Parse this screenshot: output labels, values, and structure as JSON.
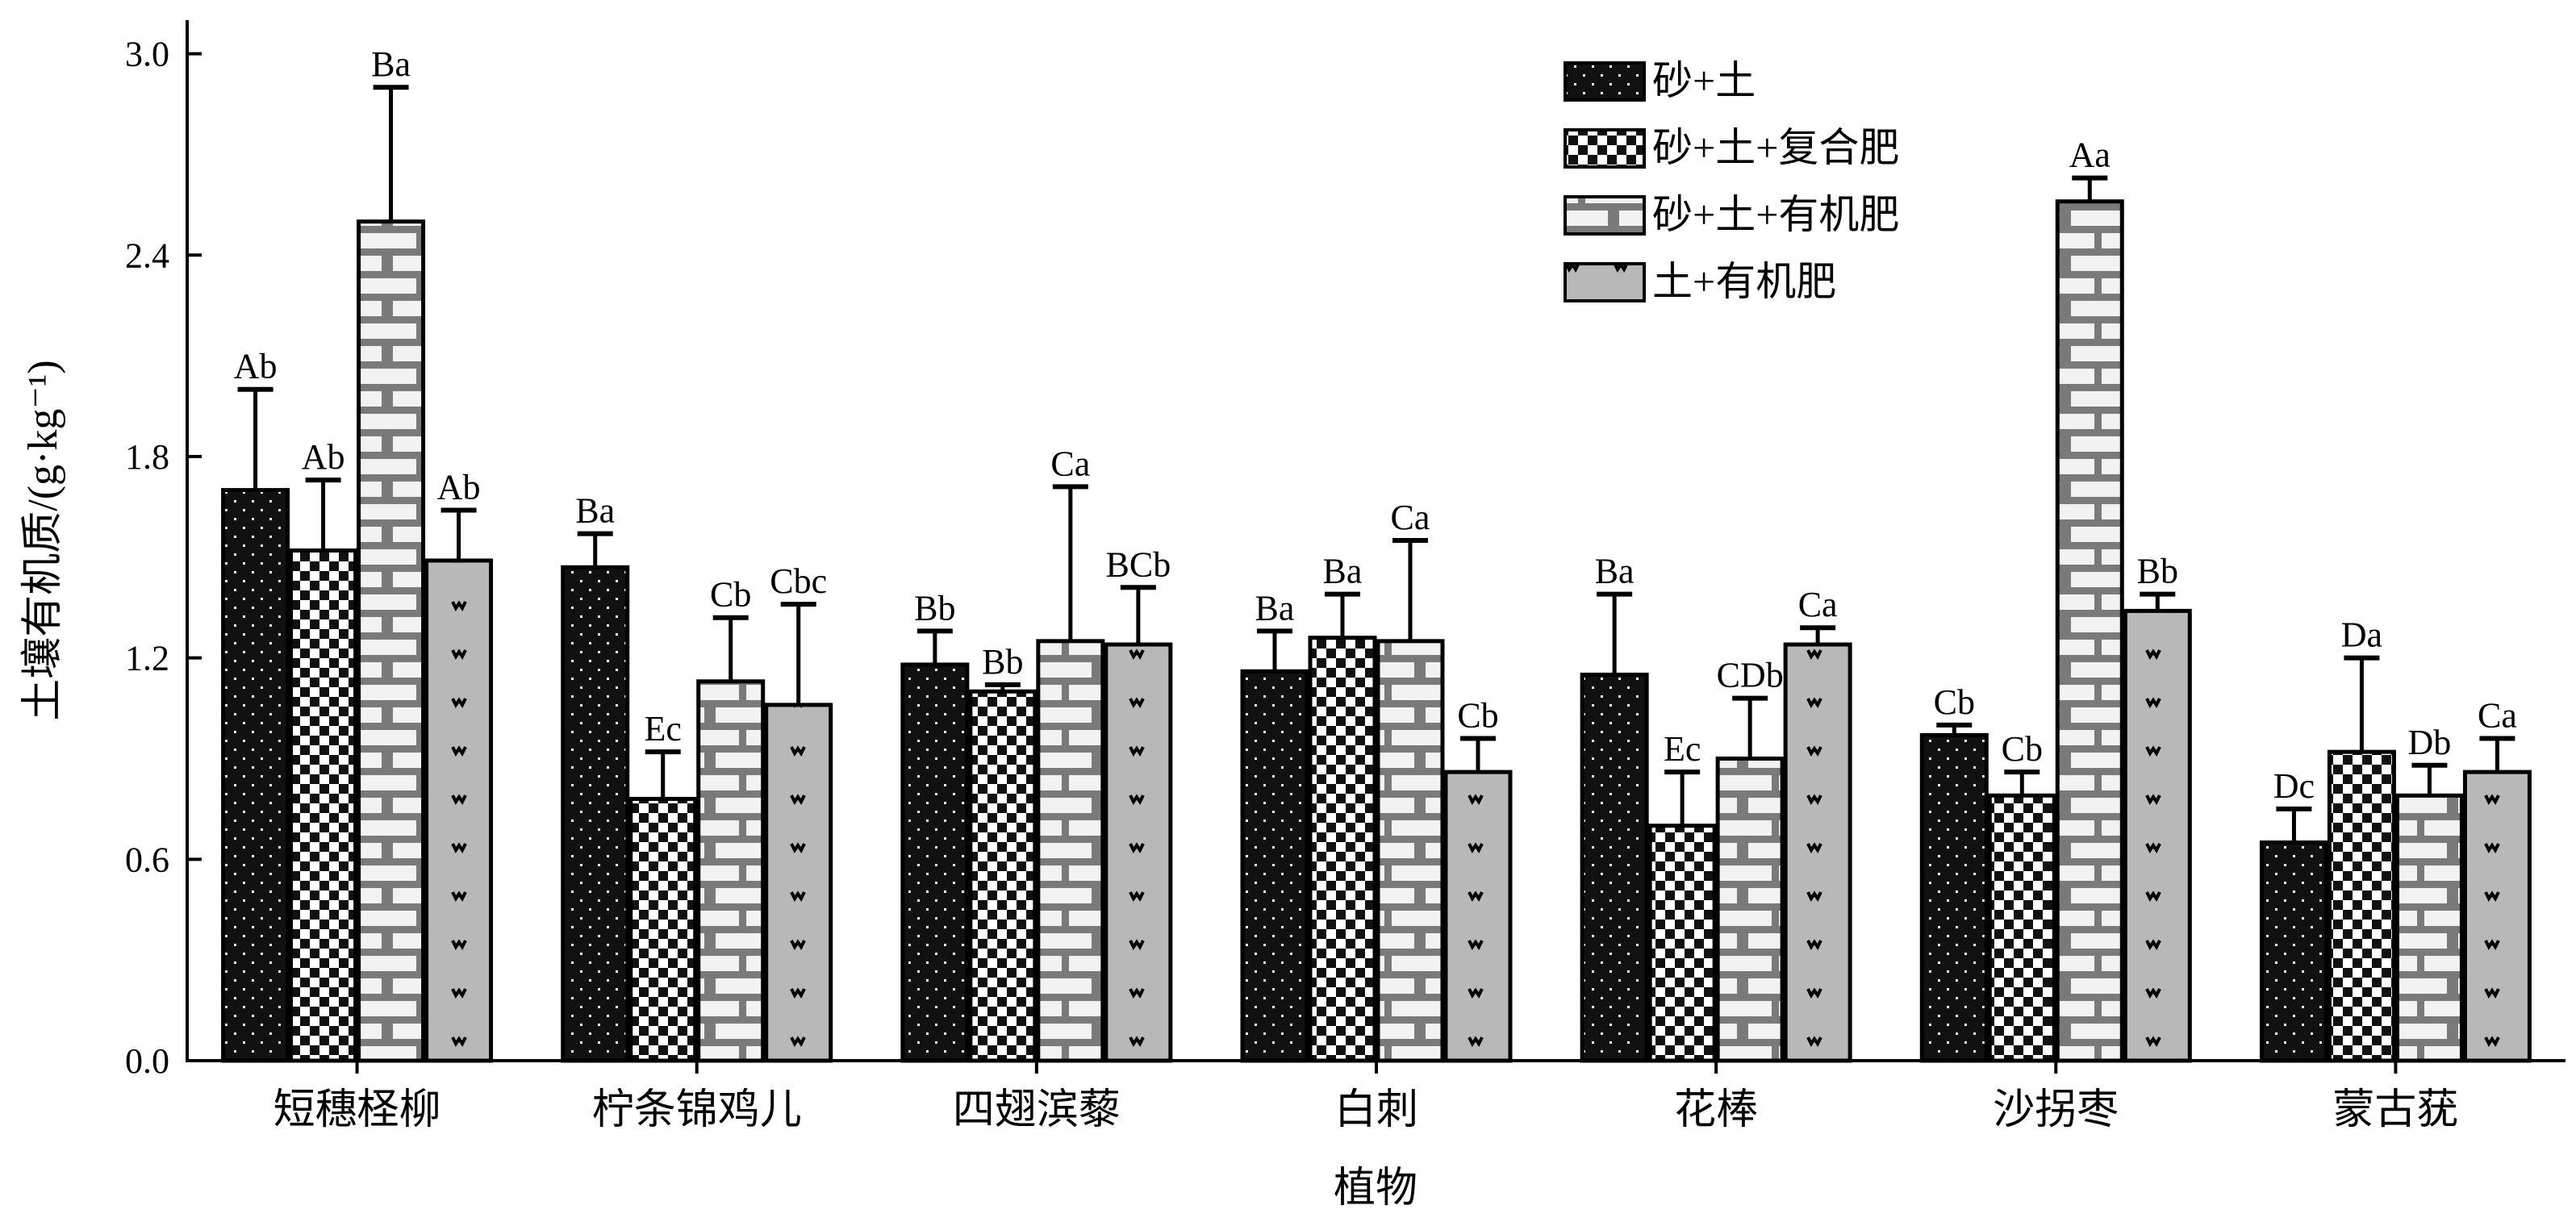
{
  "chart_data": {
    "type": "bar",
    "xlabel": "植物",
    "ylabel": "土壤有机质/(g·kg⁻¹)",
    "ylim": [
      0,
      3.1
    ],
    "yticks": [
      "0.0",
      "0.6",
      "1.2",
      "1.8",
      "2.4",
      "3.0"
    ],
    "categories": [
      "短穗柽柳",
      "柠条锦鸡儿",
      "四翅滨藜",
      "白刺",
      "花棒",
      "沙拐枣",
      "蒙古莸"
    ],
    "legend_position": "top-right",
    "grid": false,
    "series": [
      {
        "name": "砂+土",
        "pattern": "dots",
        "color": "#111111",
        "values": [
          1.7,
          1.47,
          1.18,
          1.16,
          1.15,
          0.97,
          0.65
        ],
        "errors": [
          0.3,
          0.1,
          0.1,
          0.12,
          0.24,
          0.03,
          0.1
        ],
        "labels": [
          "Ab",
          "Ba",
          "Bb",
          "Ba",
          "Ba",
          "Cb",
          "Dc"
        ]
      },
      {
        "name": "砂+土+复合肥",
        "pattern": "checker",
        "color": "#111111",
        "values": [
          1.52,
          0.78,
          1.1,
          1.26,
          0.7,
          0.79,
          0.92
        ],
        "errors": [
          0.21,
          0.14,
          0.02,
          0.13,
          0.16,
          0.07,
          0.28
        ],
        "labels": [
          "Ab",
          "Ec",
          "Bb",
          "Ba",
          "Ec",
          "Cb",
          "Da"
        ]
      },
      {
        "name": "砂+土+有机肥",
        "pattern": "brick",
        "color": "#f2f2f2",
        "values": [
          2.5,
          1.13,
          1.25,
          1.25,
          0.9,
          2.56,
          0.79
        ],
        "errors": [
          0.4,
          0.19,
          0.46,
          0.3,
          0.18,
          0.07,
          0.09
        ],
        "labels": [
          "Ba",
          "Cb",
          "Ca",
          "Ca",
          "CDb",
          "Aa",
          "Db"
        ]
      },
      {
        "name": "土+有机肥",
        "pattern": "ticks",
        "color": "#b8b8b8",
        "values": [
          1.49,
          1.06,
          1.24,
          0.86,
          1.24,
          1.34,
          0.86
        ],
        "errors": [
          0.15,
          0.3,
          0.17,
          0.1,
          0.05,
          0.05,
          0.1
        ],
        "labels": [
          "Ab",
          "Cbc",
          "BCb",
          "Cb",
          "Ca",
          "Bb",
          "Ca"
        ]
      }
    ]
  }
}
